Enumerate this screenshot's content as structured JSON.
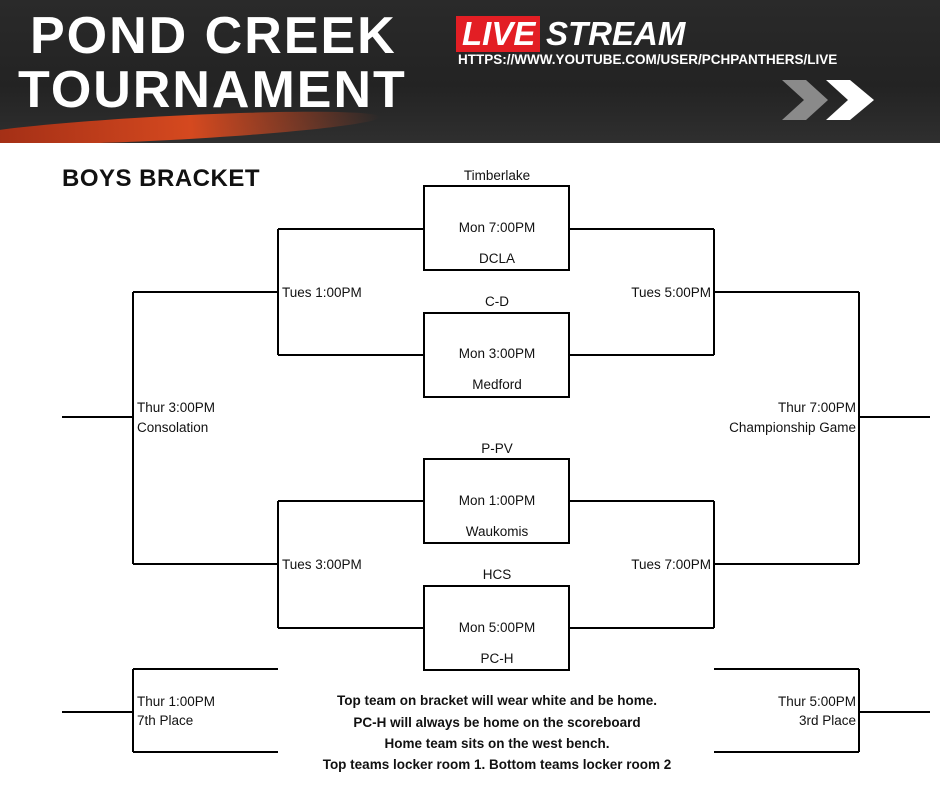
{
  "banner": {
    "title_line1": "POND  CREEK",
    "title_line2": "TOURNAMENT",
    "live_label": "LIVE",
    "stream_label": "STREAM",
    "url": "HTTPS://WWW.YOUTUBE.COM/USER/PCHPANTHERS/LIVE",
    "colors": {
      "background": "#262626",
      "live_red": "#e31e24",
      "streak": "#d5491f"
    },
    "icon": "double-chevron-right-icon"
  },
  "bracket": {
    "heading": "BOYS BRACKET",
    "games": [
      {
        "top_team": "Timberlake",
        "time": "Mon 7:00PM",
        "bottom_team": "DCLA"
      },
      {
        "top_team": "C-D",
        "time": "Mon 3:00PM",
        "bottom_team": "Medford"
      },
      {
        "top_team": "P-PV",
        "time": "Mon 1:00PM",
        "bottom_team": "Waukomis"
      },
      {
        "top_team": "HCS",
        "time": "Mon 5:00PM",
        "bottom_team": "PC-H"
      }
    ],
    "left_semis": {
      "upper": "Tues 1:00PM",
      "lower": "Tues 3:00PM"
    },
    "right_semis": {
      "upper": "Tues 5:00PM",
      "lower": "Tues 7:00PM"
    },
    "consolation": {
      "time": "Thur 3:00PM",
      "name": "Consolation"
    },
    "championship": {
      "time": "Thur 7:00PM",
      "name": "Championship Game"
    },
    "seventh": {
      "time": "Thur 1:00PM",
      "name": "7th Place"
    },
    "third": {
      "time": "Thur 5:00PM",
      "name": "3rd Place"
    }
  },
  "notes": [
    "Top team on bracket will wear white and be home.",
    "PC-H will always be home on the scoreboard",
    "Home team sits on the west bench.",
    "Top teams locker room 1.  Bottom teams locker room 2"
  ]
}
